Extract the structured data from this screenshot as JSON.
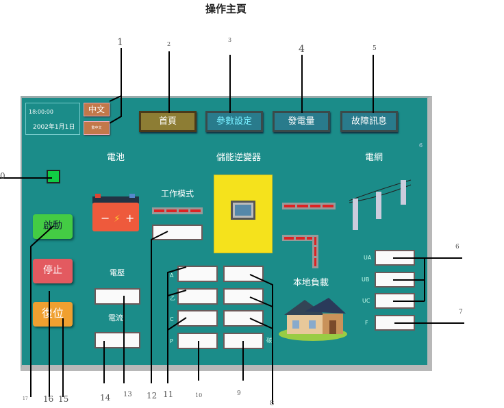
{
  "page_title": "操作主頁",
  "time": "18:00:00",
  "date": "2002年1月1日",
  "lang_button": "中文",
  "small_button": "繁中文",
  "nav": {
    "home": "首頁",
    "params": "參數設定",
    "generation": "發電量",
    "faults": "故障訊息"
  },
  "sections": {
    "battery": "電池",
    "inverter": "儲能逆變器",
    "grid": "電網",
    "work_mode": "工作模式",
    "local_load": "本地負載",
    "voltage": "電壓",
    "current": "電流"
  },
  "controls": {
    "start": "啟動",
    "stop": "停止",
    "reset": "復位"
  },
  "phase_labels": [
    "A",
    "乙",
    "C",
    "P"
  ],
  "right_label": "碳",
  "grid_labels": [
    "UA",
    "UB",
    "UC",
    "F"
  ],
  "annotations": {
    "n0": "0",
    "n1": "1",
    "n2": "2",
    "n3": "3",
    "n4": "4",
    "n5": "5",
    "n6a": "6",
    "n6b": "6",
    "n7": "7",
    "n8": "8",
    "n9": "9",
    "n10": "10",
    "n11": "11",
    "n12": "12",
    "n13": "13",
    "n14": "14",
    "n15": "15",
    "n16": "16",
    "n17": "17"
  }
}
